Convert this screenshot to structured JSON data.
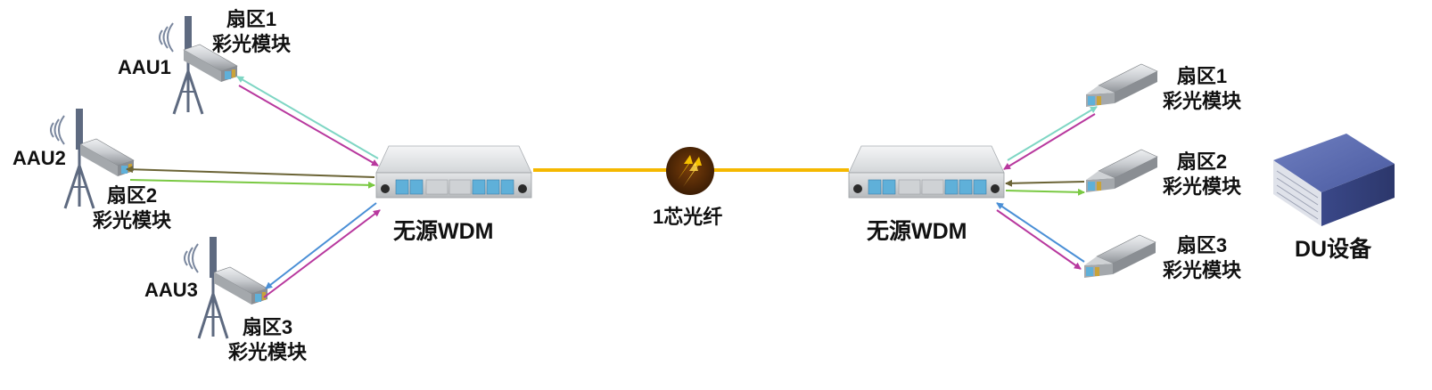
{
  "colors": {
    "fiber": "#f5b800",
    "teal": "#7fd6c4",
    "magenta": "#b8389e",
    "olive": "#6b6436",
    "green": "#7ac943",
    "blue": "#4a8fd6"
  },
  "left": {
    "aau1": {
      "name": "AAU1",
      "module_line1": "扇区1",
      "module_line2": "彩光模块"
    },
    "aau2": {
      "name": "AAU2",
      "module_line1": "扇区2",
      "module_line2": "彩光模块"
    },
    "aau3": {
      "name": "AAU3",
      "module_line1": "扇区3",
      "module_line2": "彩光模块"
    },
    "wdm": {
      "label": "无源WDM"
    }
  },
  "fiber": {
    "label": "1芯光纤"
  },
  "right": {
    "wdm": {
      "label": "无源WDM"
    },
    "module1": {
      "line1": "扇区1",
      "line2": "彩光模块"
    },
    "module2": {
      "line1": "扇区2",
      "line2": "彩光模块"
    },
    "module3": {
      "line1": "扇区3",
      "line2": "彩光模块"
    },
    "du": {
      "label": "DU设备"
    }
  },
  "icons": [
    "antenna-tower-icon",
    "sfp-module-icon",
    "wdm-box-icon",
    "fiber-warning-icon",
    "du-server-icon"
  ]
}
